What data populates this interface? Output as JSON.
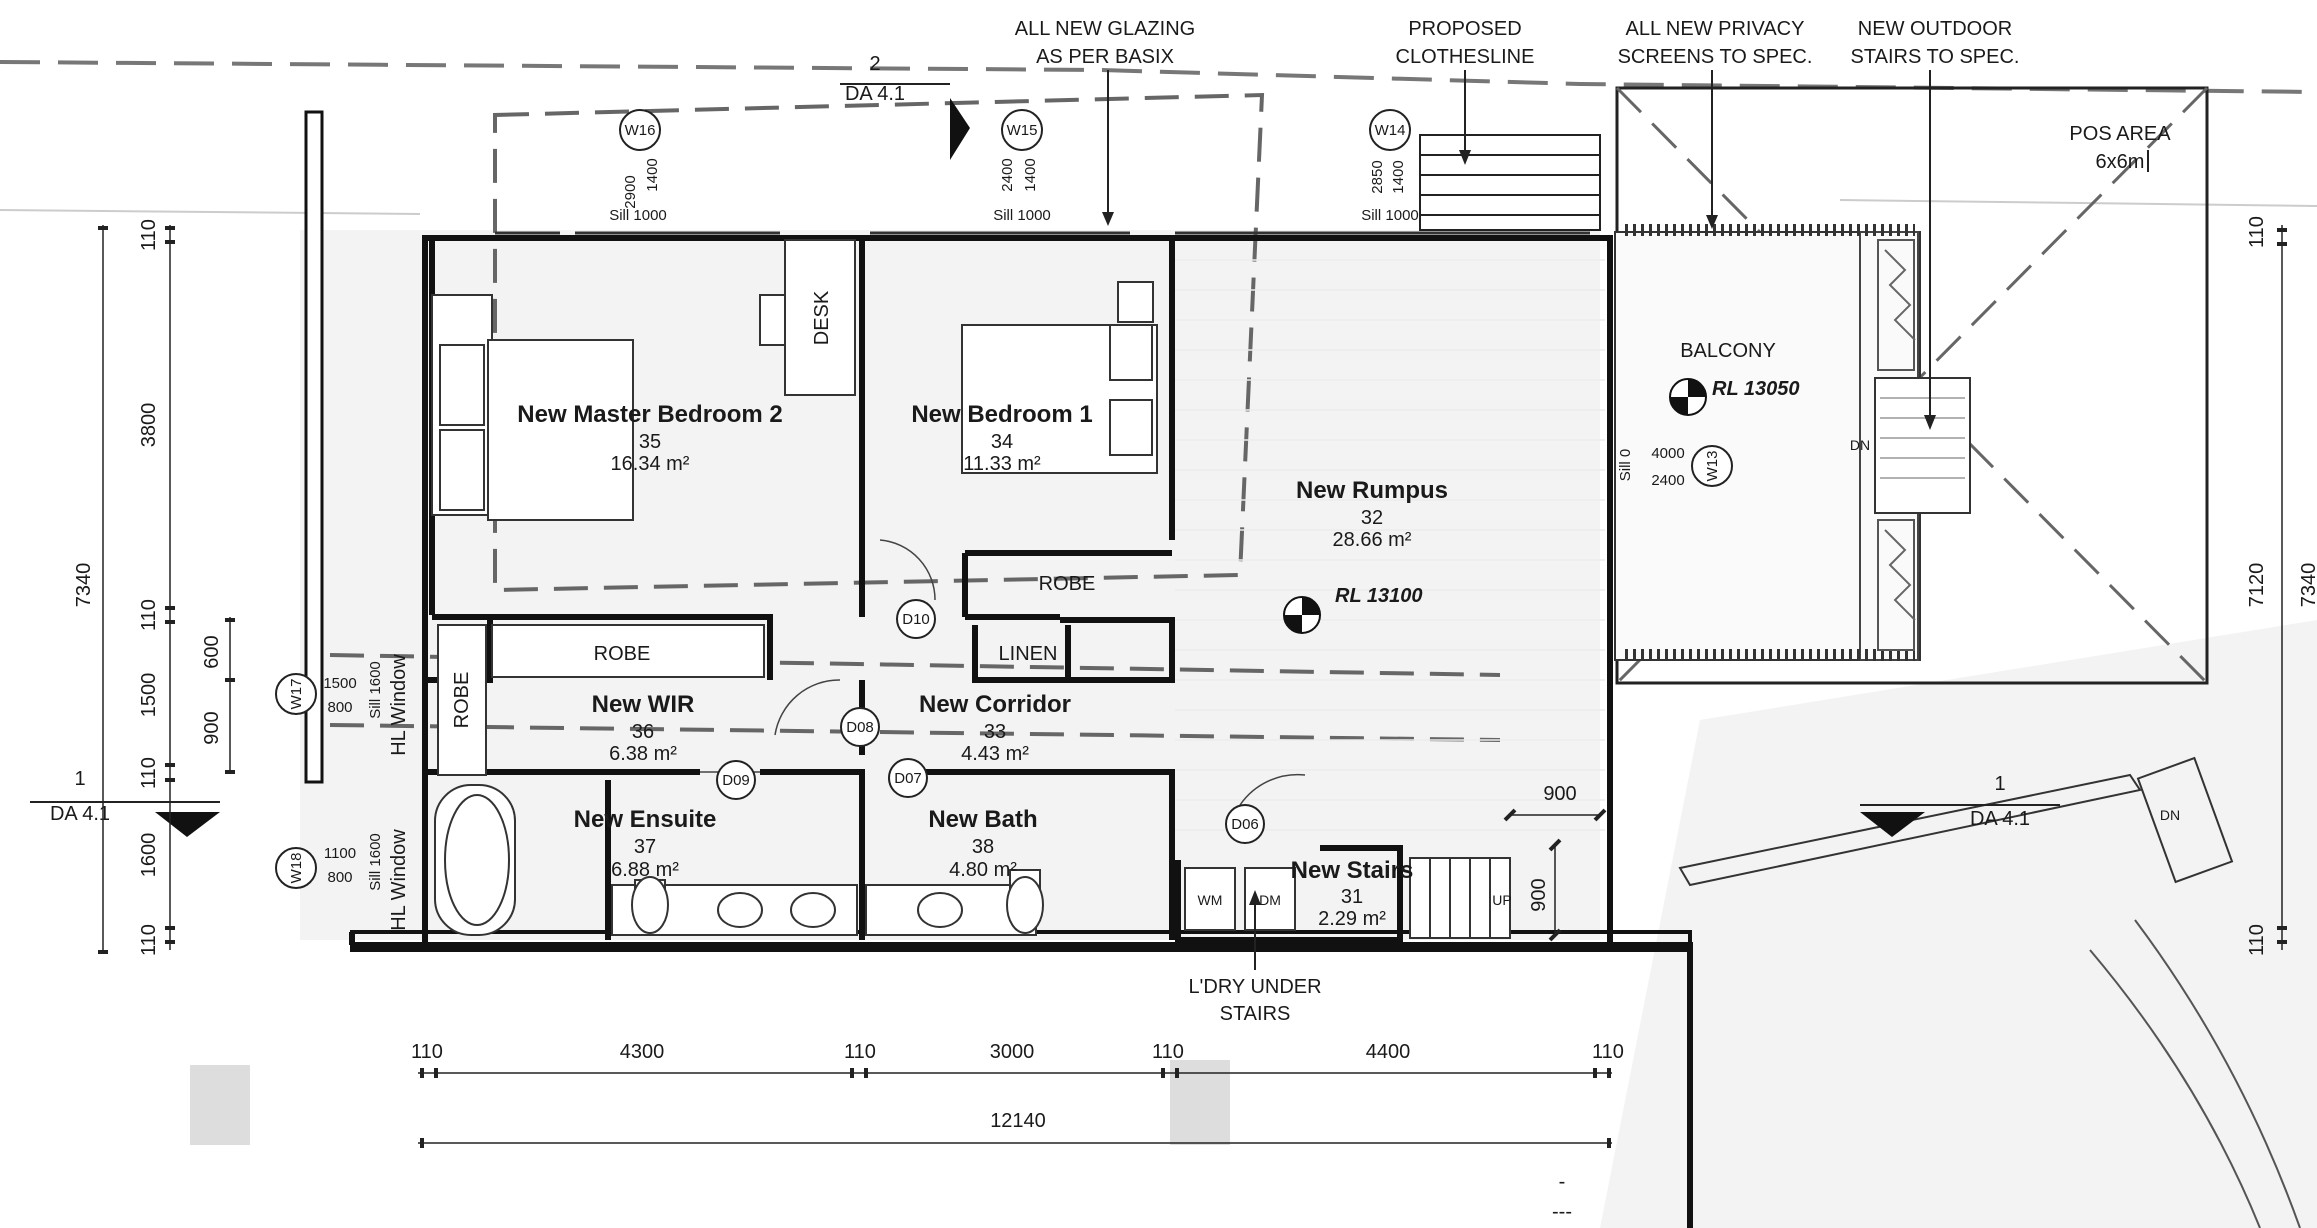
{
  "notes": {
    "glazing": [
      "ALL NEW GLAZING",
      "AS PER BASIX"
    ],
    "clothesline": [
      "PROPOSED",
      "CLOTHESLINE"
    ],
    "privacy": [
      "ALL NEW PRIVACY",
      "SCREENS TO SPEC."
    ],
    "outdoor_stairs": [
      "NEW OUTDOOR",
      "STAIRS TO SPEC."
    ],
    "pos_area": [
      "POS AREA",
      "6x6m"
    ],
    "laundry": [
      "L'DRY UNDER",
      "STAIRS"
    ]
  },
  "section_markers": {
    "top": {
      "num": "2",
      "ref": "DA 4.1"
    },
    "left": {
      "num": "1",
      "ref": "DA 4.1"
    },
    "right": {
      "num": "1",
      "ref": "DA 4.1"
    }
  },
  "rooms": [
    {
      "name": "New Master Bedroom 2",
      "num": "35",
      "area": "16.34 m²"
    },
    {
      "name": "New Bedroom 1",
      "num": "34",
      "area": "11.33 m²"
    },
    {
      "name": "New Rumpus",
      "num": "32",
      "area": "28.66 m²"
    },
    {
      "name": "New WIR",
      "num": "36",
      "area": "6.38 m²"
    },
    {
      "name": "New Corridor",
      "num": "33",
      "area": "4.43 m²"
    },
    {
      "name": "New Ensuite",
      "num": "37",
      "area": "6.88 m²"
    },
    {
      "name": "New Bath",
      "num": "38",
      "area": "4.80 m²"
    },
    {
      "name": "New Stairs",
      "num": "31",
      "area": "2.29 m²"
    }
  ],
  "labels": {
    "desk": "DESK",
    "robe_master": "ROBE",
    "robe_bed1": "ROBE",
    "robe_wir": "ROBE",
    "linen": "LINEN",
    "balcony": "BALCONY",
    "rl_balcony": "RL 13050",
    "rl_rumpus": "RL 13100",
    "wm": "WM",
    "dm": "DM",
    "up": "UP",
    "dn_balcony": "DN",
    "dn_outside": "DN"
  },
  "windows": {
    "w16": {
      "tag": "W16",
      "h": "2900",
      "w": "1400",
      "sill": "Sill 1000"
    },
    "w15": {
      "tag": "W15",
      "h": "2400",
      "w": "1400",
      "sill": "Sill 1000"
    },
    "w14": {
      "tag": "W14",
      "h": "2850",
      "w": "1400",
      "sill": "Sill 1000"
    },
    "w13": {
      "tag": "W13",
      "h": "4000",
      "w": "2400",
      "sill": "Sill 0"
    },
    "w17": {
      "tag": "W17",
      "h": "1500",
      "w": "800",
      "sill": "Sill 1600",
      "type": "HL Window"
    },
    "w18": {
      "tag": "W18",
      "h": "1100",
      "w": "800",
      "sill": "Sill 1600",
      "type": "HL Window"
    }
  },
  "doors": [
    "D10",
    "D08",
    "D09",
    "D07",
    "D06"
  ],
  "dims_left": {
    "overall": "7340",
    "segments": [
      "110",
      "3800",
      "110",
      "1500",
      "110",
      "1600",
      "110"
    ],
    "sub": [
      "600",
      "900"
    ]
  },
  "dims_right": {
    "segments": [
      "110",
      "7120",
      "110"
    ],
    "partial": "7340"
  },
  "dims_bottom": {
    "segments": [
      "110",
      "4300",
      "110",
      "3000",
      "110",
      "4400",
      "110"
    ],
    "overall": "12140"
  },
  "dims_stair": {
    "w": "900",
    "h": "900"
  },
  "misc": {
    "dash1": "-",
    "dash2": "---"
  }
}
